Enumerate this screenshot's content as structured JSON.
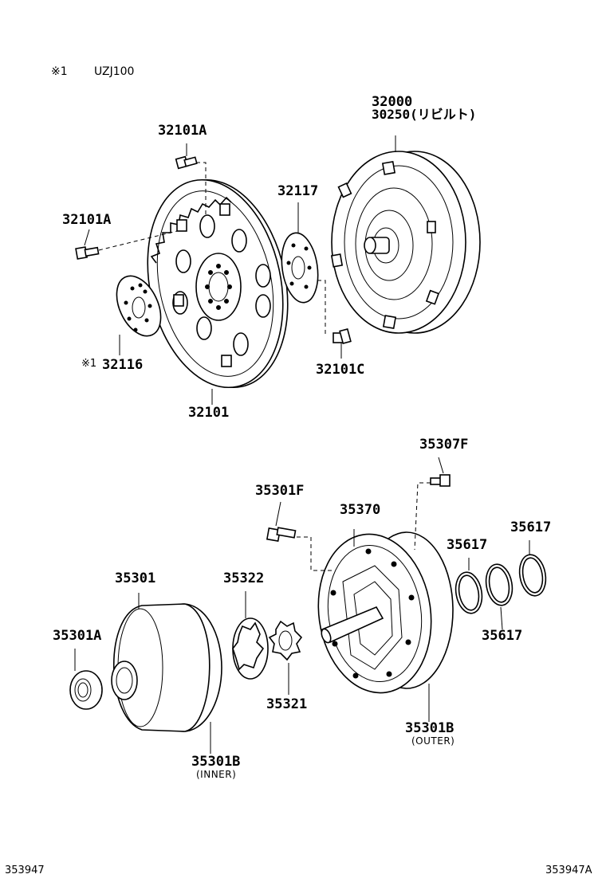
{
  "header": {
    "note_mark": "※1",
    "note_model": "UZJ100"
  },
  "labels": {
    "p32000": "32000",
    "p30250": "30250(リビルト)",
    "p32101A_top": "32101A",
    "p32101A_left": "32101A",
    "p32117": "32117",
    "p32116_mark": "※1",
    "p32116": "32116",
    "p32101": "32101",
    "p32101C": "32101C",
    "p35307F": "35307F",
    "p35301F": "35301F",
    "p35370": "35370",
    "p35617_a": "35617",
    "p35617_b": "35617",
    "p35617_c": "35617",
    "p35301": "35301",
    "p35322": "35322",
    "p35301A": "35301A",
    "p35321": "35321",
    "p35301B_outer": "35301B",
    "p35301B_outer_sub": "(OUTER)",
    "p35301B_inner": "35301B",
    "p35301B_inner_sub": "(INNER)"
  },
  "footer": {
    "code_left": "353947",
    "code_right": "353947A"
  }
}
